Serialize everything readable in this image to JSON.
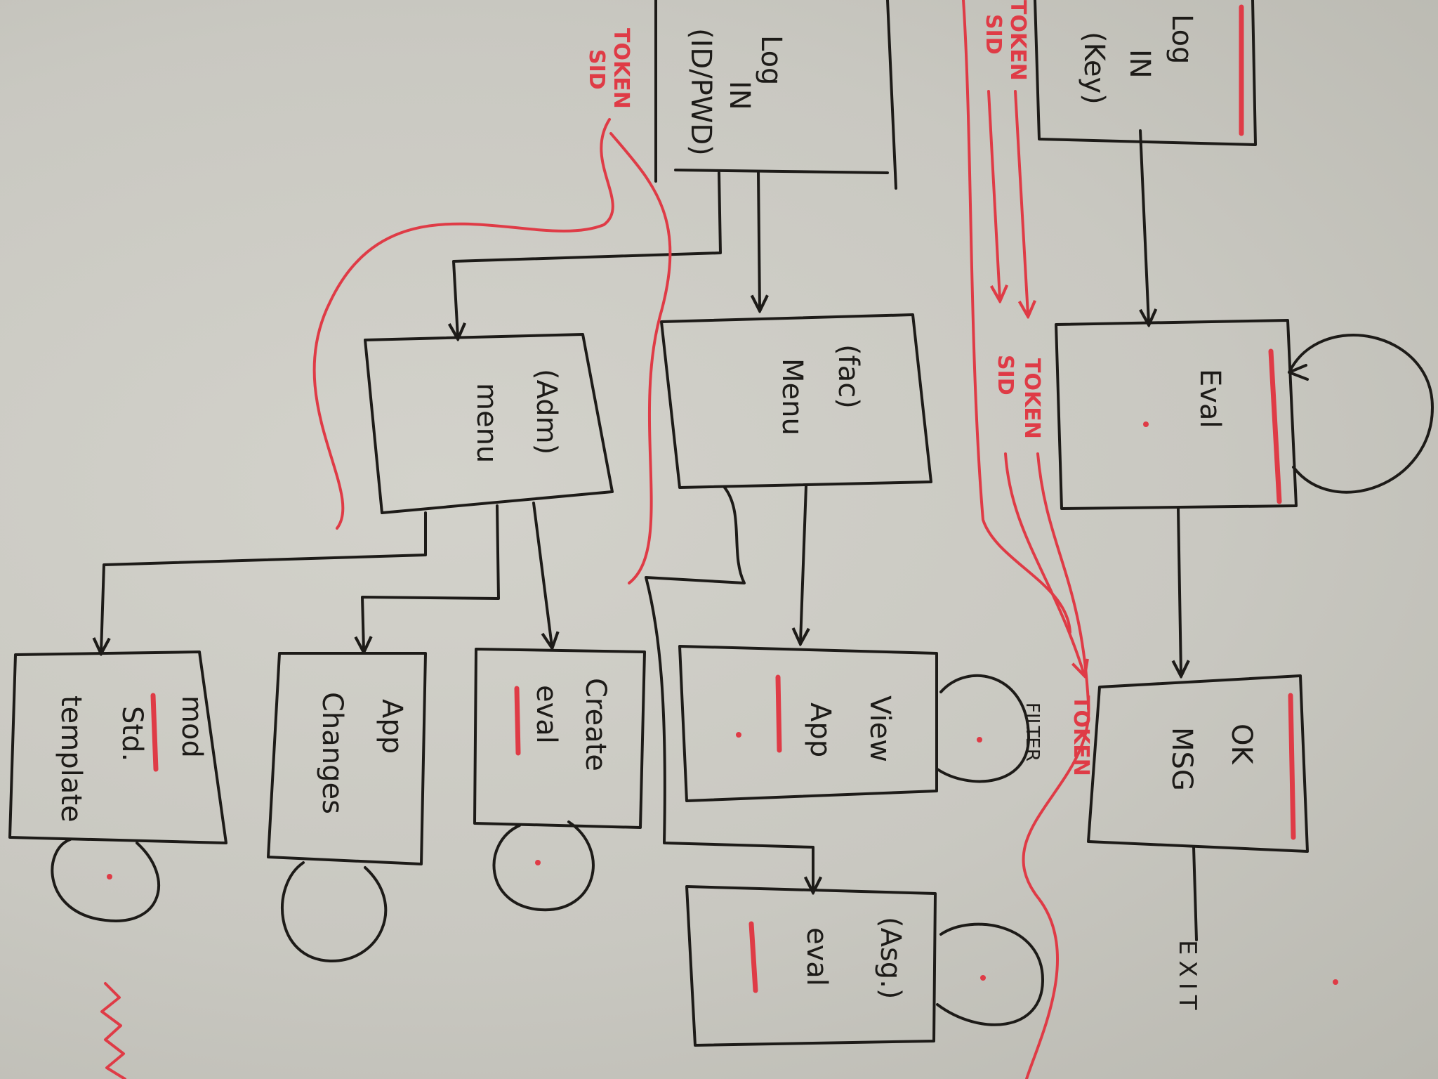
{
  "colors": {
    "board": "#c9c8c1",
    "ink": "#1d1b18",
    "marker_red": "#df3b46"
  },
  "boxes": {
    "login_id": {
      "line1": "Log",
      "line2": "IN",
      "line3": "(ID/PWD)"
    },
    "login_key": {
      "line1": "Log",
      "line2": "IN",
      "line3": "(Key)"
    },
    "admin_menu": {
      "line1": "(Adm)",
      "line2": "menu"
    },
    "fac_menu": {
      "line1": "(fac)",
      "line2": "Menu"
    },
    "eval": {
      "line1": "Eval"
    },
    "ok_msg": {
      "line1": "OK",
      "line2": "MSG"
    },
    "mod_template": {
      "line1": "mod",
      "line2": "Std.",
      "line3": "template"
    },
    "app_changes": {
      "line1": "App",
      "line2": "Changes"
    },
    "create_eval": {
      "line1": "Create",
      "line2": "eval"
    },
    "view_app": {
      "line1": "View",
      "line2": "App"
    },
    "asg_eval": {
      "line1": "(Asg.)",
      "line2": "eval"
    }
  },
  "labels": {
    "token_sid_top": {
      "line1": "TOKEN",
      "line2": "SID"
    },
    "token_sid_right": {
      "line1": "TOKEN",
      "line2": "SID"
    },
    "token_sid_mid": {
      "line1": "TOKEN",
      "line2": "SID"
    },
    "token_bottom": "TOKEN",
    "filter": "FILTER",
    "exit": "EXIT"
  }
}
